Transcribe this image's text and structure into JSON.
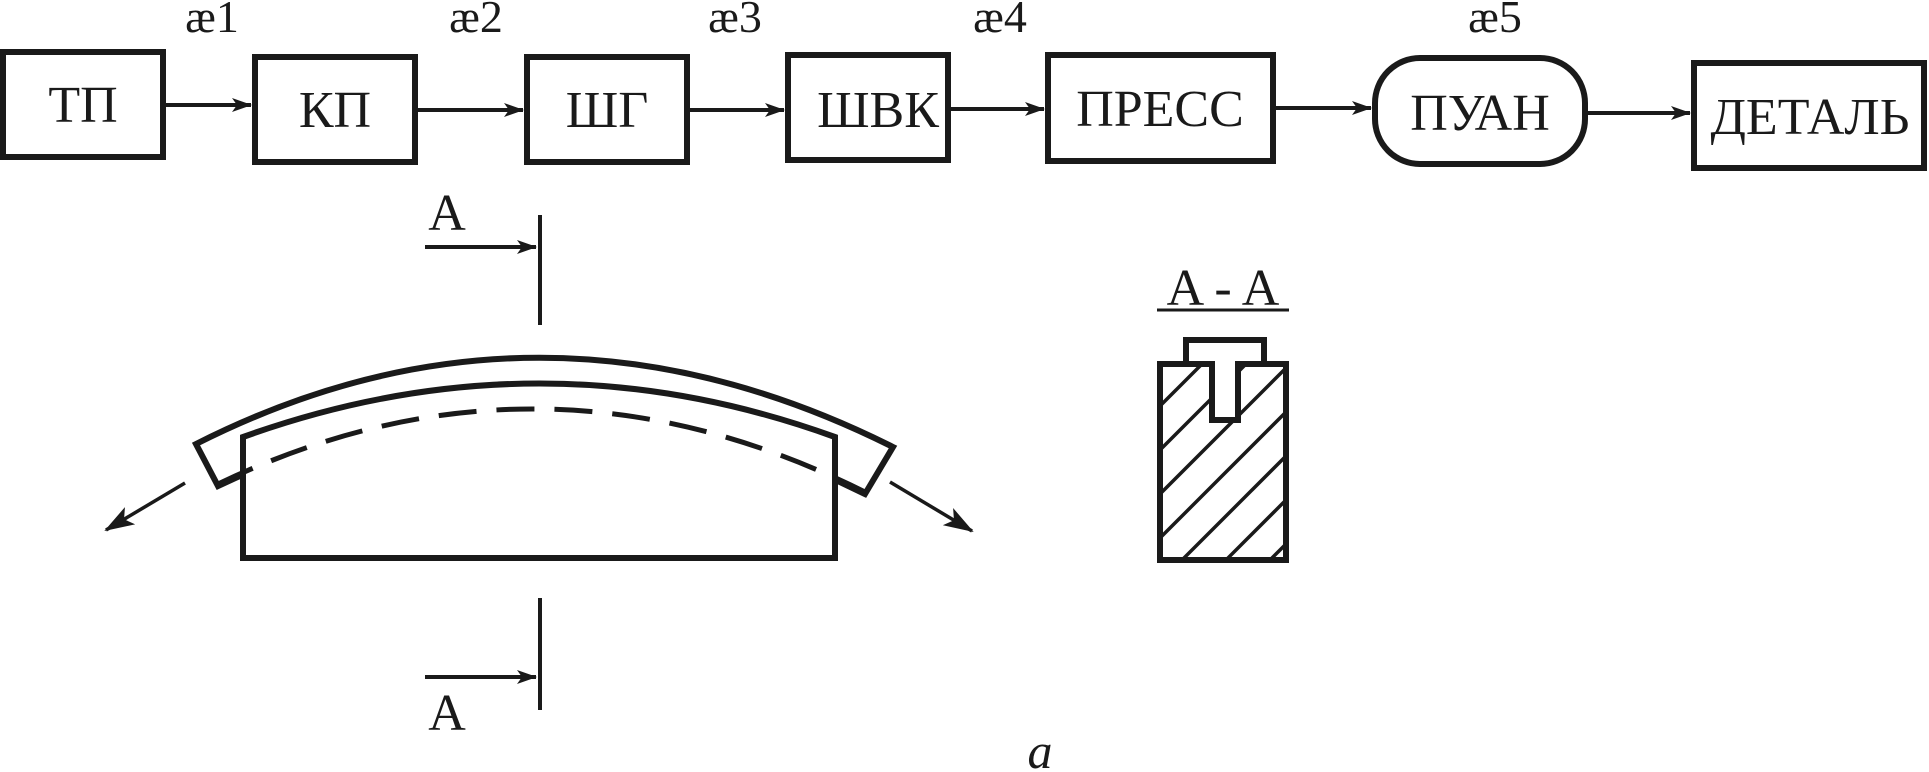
{
  "flow": {
    "blocks": [
      {
        "id": "tp",
        "label": "ТП"
      },
      {
        "id": "kp",
        "label": "КП"
      },
      {
        "id": "shg",
        "label": "ШГ"
      },
      {
        "id": "shvk",
        "label": "ШВК"
      },
      {
        "id": "press",
        "label": "ПРЕСС"
      },
      {
        "id": "puan",
        "label": "ПУАН"
      },
      {
        "id": "detal",
        "label": "ДЕТАЛЬ"
      }
    ],
    "coefficients": [
      "æ1",
      "æ2",
      "æ3",
      "æ4",
      "æ5"
    ]
  },
  "section": {
    "mark_top": "A",
    "mark_bottom": "A",
    "title": "A - A"
  },
  "caption": "a",
  "colors": {
    "stroke": "#1a1a1a",
    "background": "#ffffff"
  }
}
